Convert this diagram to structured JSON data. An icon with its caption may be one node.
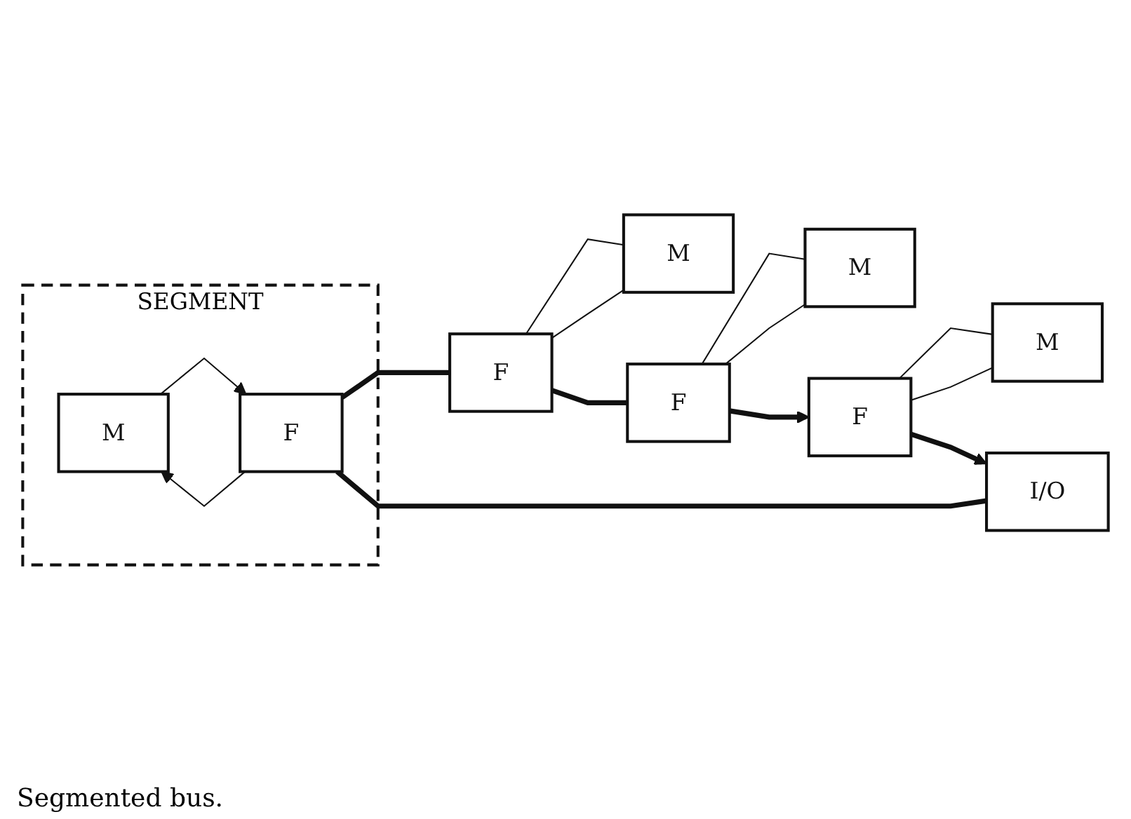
{
  "diagram": {
    "caption": "Segmented bus.",
    "nodes": [
      {
        "text": [
          "SEGMENT"
        ]
      },
      {
        "text": [
          "M"
        ],
        "in": 0
      },
      {
        "text": [
          "F"
        ],
        "in": 0
      },
      {
        "text": [
          "M"
        ]
      },
      {
        "text": [
          "F"
        ]
      },
      {
        "text": [
          "M"
        ]
      },
      {
        "text": [
          "F"
        ]
      },
      {
        "text": [
          "M"
        ]
      },
      {
        "text": [
          "F"
        ]
      },
      {
        "text": [
          "I/O"
        ]
      }
    ],
    "edges": [
      {
        "from": 1,
        "to": 2,
        "arrow": "to"
      },
      {
        "from": 2,
        "to": 1,
        "arrow": "to"
      },
      {
        "from": 3,
        "to": 4,
        "arrow": "none"
      },
      {
        "from": 4,
        "to": 3,
        "arrow": "none"
      },
      {
        "from": 5,
        "to": 6,
        "arrow": "none"
      },
      {
        "from": 6,
        "to": 5,
        "arrow": "none"
      },
      {
        "from": 7,
        "to": 8,
        "arrow": "none"
      },
      {
        "from": 8,
        "to": 7,
        "arrow": "none"
      },
      {
        "from": 2,
        "to": 4,
        "arrow": "none",
        "style": "thick"
      },
      {
        "from": 4,
        "to": 6,
        "arrow": "none",
        "style": "thick"
      },
      {
        "from": 6,
        "to": 8,
        "arrow": "to",
        "style": "thick"
      },
      {
        "from": 8,
        "to": 9,
        "arrow": "to",
        "style": "thick"
      },
      {
        "from": 9,
        "to": 2,
        "arrow": "none",
        "style": "thick"
      }
    ]
  }
}
